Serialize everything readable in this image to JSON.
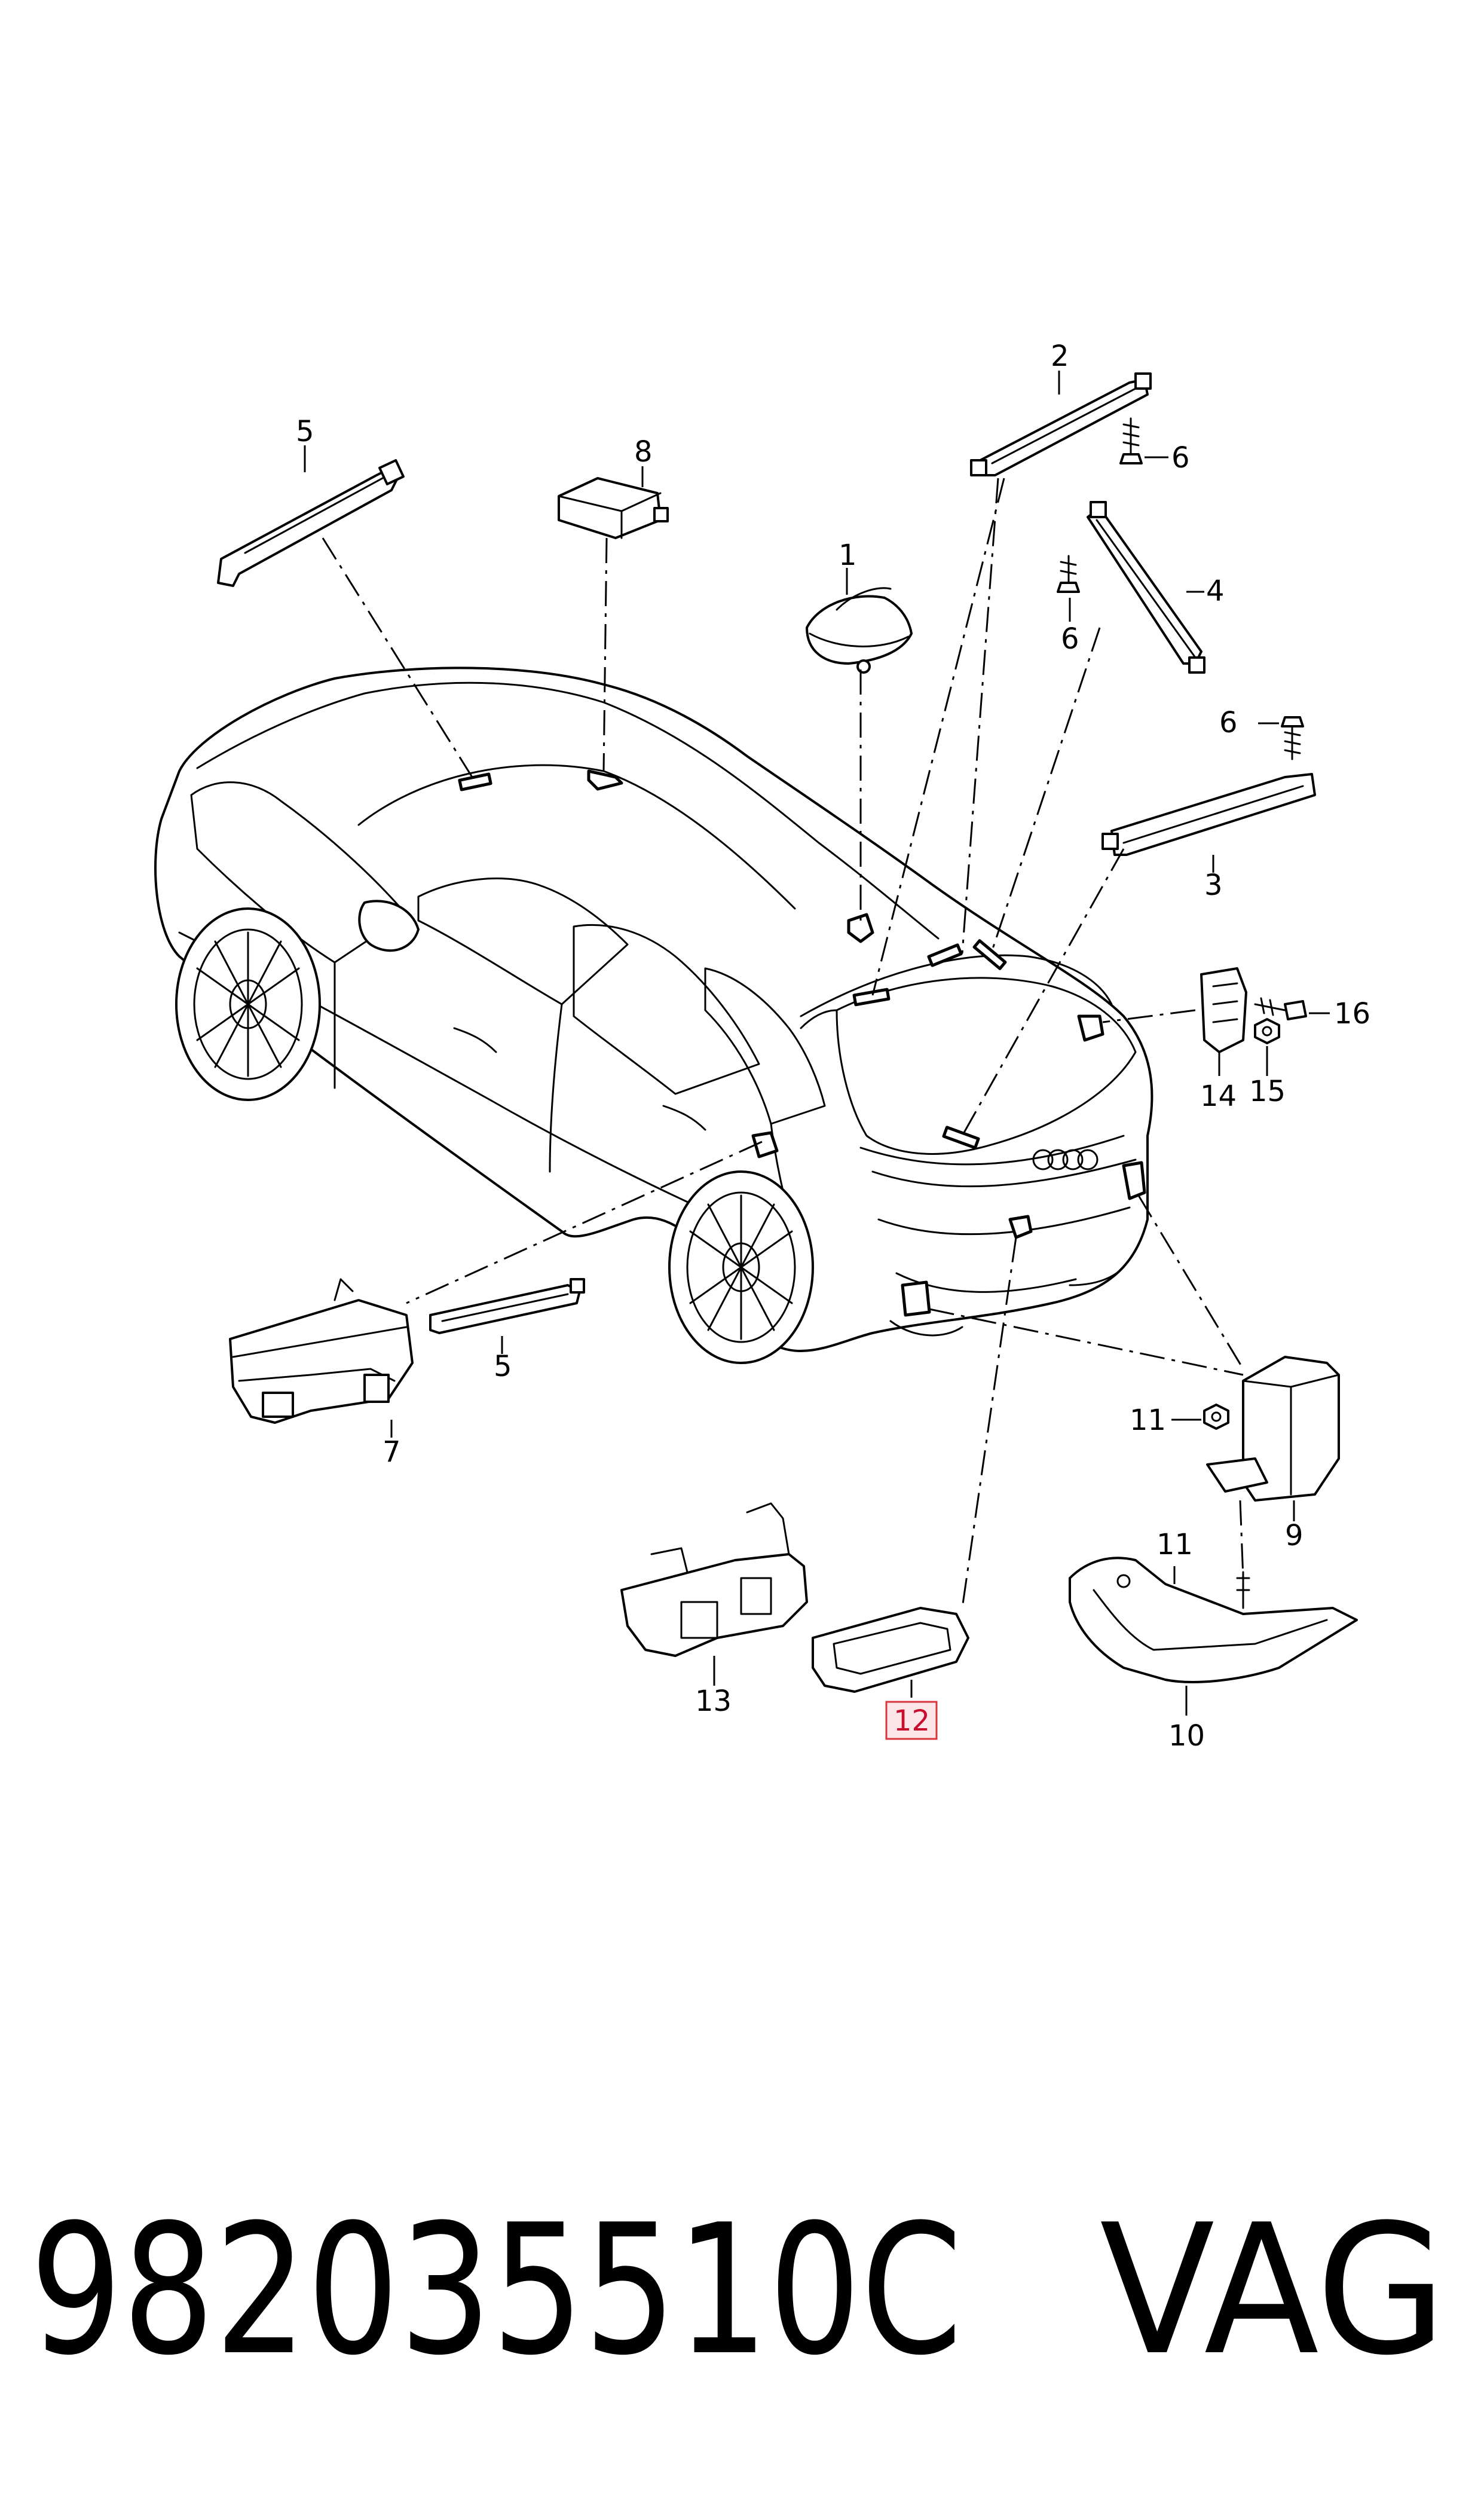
{
  "callouts": {
    "c1": "1",
    "c2": "2",
    "c3": "3",
    "c4": "4",
    "c5_top": "5",
    "c5_bottom": "5",
    "c6_a": "6",
    "c6_b": "6",
    "c6_c": "6",
    "c7": "7",
    "c8": "8",
    "c9": "9",
    "c10": "10",
    "c11_a": "11",
    "c11_b": "11",
    "c12": "12",
    "c13": "13",
    "c14": "14",
    "c15": "15",
    "c16": "16"
  },
  "highlighted_callout": "12",
  "colors": {
    "line": "#000000",
    "highlight_fill": "#fde6e8",
    "highlight_stroke": "#d9363e"
  },
  "footer": {
    "part_number": "982035510C",
    "brand": "VAG"
  }
}
